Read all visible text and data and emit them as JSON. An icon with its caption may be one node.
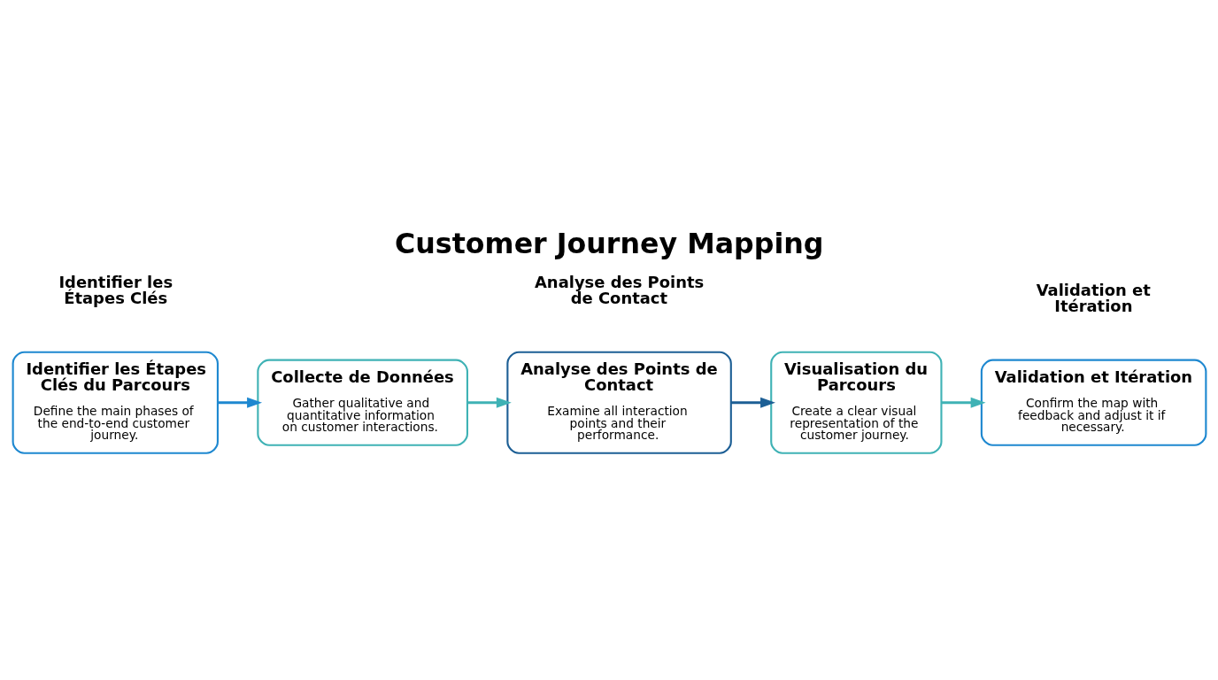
{
  "diagram": {
    "title": "Customer Journey Mapping",
    "nodes": [
      {
        "text": [
          "Identifier les Étapes Clés du Parcours",
          "Define the main phases of the end-to-end customer journey."
        ]
      },
      {
        "text": [
          "Collecte de Données",
          "Gather qualitative and quantitative information on customer interactions."
        ]
      },
      {
        "text": [
          "Analyse des Points de Contact",
          "Examine all interaction points and their performance."
        ]
      },
      {
        "text": [
          "Visualisation du Parcours",
          "Create a clear visual representation of the customer journey."
        ]
      },
      {
        "text": [
          "Validation et Itération",
          "Confirm the map with feedback and adjust it if necessary."
        ]
      }
    ],
    "edges": [
      {
        "from": 0,
        "to": 1,
        "arrow": "to",
        "color": "#1e88d0"
      },
      {
        "from": 1,
        "to": 2,
        "arrow": "to",
        "color": "#3fb2b5"
      },
      {
        "from": 2,
        "to": 3,
        "arrow": "to",
        "color": "#1d5f95"
      },
      {
        "from": 3,
        "to": 4,
        "arrow": "to",
        "color": "#3fb2b5"
      }
    ],
    "labels": [
      "Identifier les Étapes Clés",
      "Analyse des Points de Contact",
      "Validation et Itération"
    ]
  }
}
